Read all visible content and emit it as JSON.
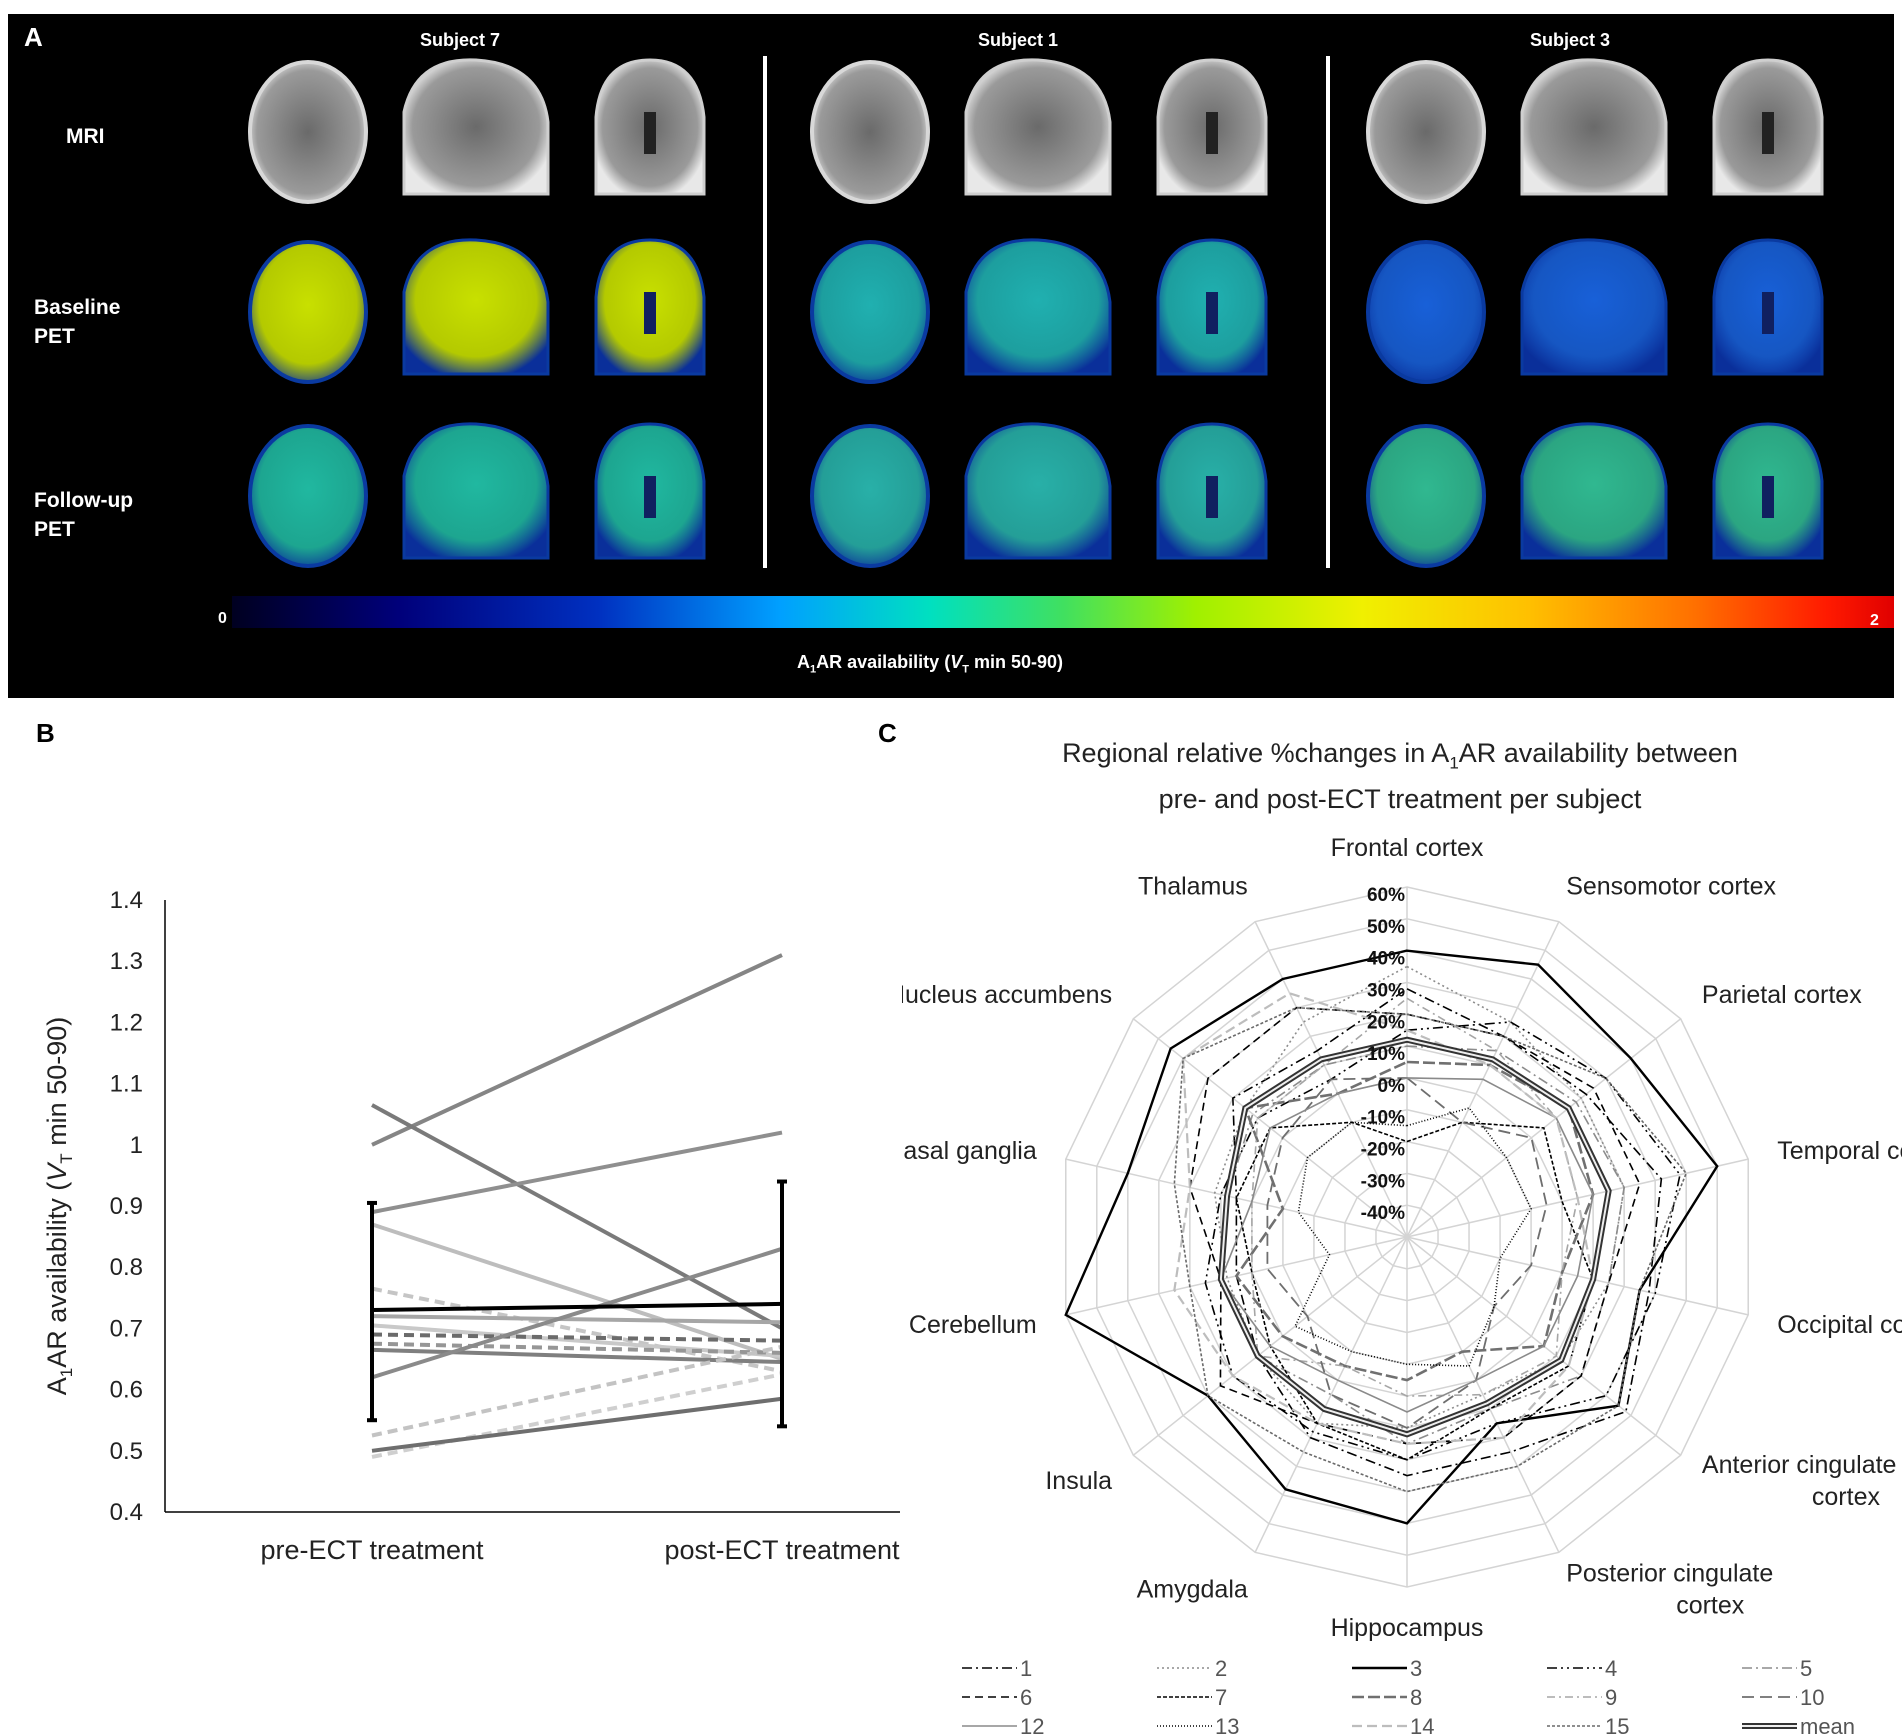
{
  "figure": {
    "panel_letters": {
      "a": "A",
      "b": "B",
      "c": "C"
    }
  },
  "panel_a": {
    "subjects": [
      "Subject 7",
      "Subject 1",
      "Subject 3"
    ],
    "row_labels": {
      "mri": "MRI",
      "baseline_1": "Baseline",
      "baseline_2": "PET",
      "followup_1": "Follow-up",
      "followup_2": "PET"
    },
    "colorbar": {
      "min": "0",
      "max": "2",
      "label_prefix": "A",
      "label_sub1": "1",
      "label_mid": "AR availability (",
      "label_v": "V",
      "label_subT": "T",
      "label_suffix": " min 50-90)"
    },
    "pet_tint": {
      "subject_7": {
        "baseline": "#c8e000",
        "followup": "#20b8a0"
      },
      "subject_1": {
        "baseline": "#20b0b0",
        "followup": "#28b0a8"
      },
      "subject_3": {
        "baseline": "#1860d8",
        "followup": "#30b890"
      }
    }
  },
  "panel_b": {
    "chart_data": {
      "type": "line",
      "categories": [
        "pre-ECT treatment",
        "post-ECT treatment"
      ],
      "ylabel_parts": {
        "a": "A",
        "sub1": "1",
        "mid": "AR availability  (",
        "v": "V",
        "subT": "T",
        "tail": " min 50-90)"
      },
      "ylim": [
        0.4,
        1.4
      ],
      "yticks": [
        "0.4",
        "0.5",
        "0.6",
        "0.7",
        "0.8",
        "0.9",
        "1",
        "1.1",
        "1.2",
        "1.3",
        "1.4"
      ],
      "series": [
        {
          "values": [
            1.0,
            1.31
          ],
          "color": "#858585",
          "dash": "none"
        },
        {
          "values": [
            1.065,
            0.7
          ],
          "color": "#7a7a7a",
          "dash": "none"
        },
        {
          "values": [
            0.89,
            1.02
          ],
          "color": "#8f8f8f",
          "dash": "none"
        },
        {
          "values": [
            0.87,
            0.65
          ],
          "color": "#bdbdbd",
          "dash": "none"
        },
        {
          "values": [
            0.765,
            0.63
          ],
          "color": "#c5c5c5",
          "dash": "10,6"
        },
        {
          "values": [
            0.72,
            0.71
          ],
          "color": "#a6a6a6",
          "dash": "none"
        },
        {
          "values": [
            0.705,
            0.655
          ],
          "color": "#c9c9c9",
          "dash": "none"
        },
        {
          "values": [
            0.69,
            0.68
          ],
          "color": "#6b6b6b",
          "dash": "10,6"
        },
        {
          "values": [
            0.675,
            0.66
          ],
          "color": "#969696",
          "dash": "10,6"
        },
        {
          "values": [
            0.665,
            0.645
          ],
          "color": "#7f7f7f",
          "dash": "none"
        },
        {
          "values": [
            0.62,
            0.83
          ],
          "color": "#8a8a8a",
          "dash": "none"
        },
        {
          "values": [
            0.525,
            0.67
          ],
          "color": "#c3c3c3",
          "dash": "10,6"
        },
        {
          "values": [
            0.49,
            0.625
          ],
          "color": "#cfcfcf",
          "dash": "10,6"
        },
        {
          "values": [
            0.5,
            0.585
          ],
          "color": "#6e6e6e",
          "dash": "none"
        }
      ],
      "mean": {
        "values": [
          0.73,
          0.74
        ],
        "err_low": [
          0.55,
          0.54
        ],
        "err_high": [
          0.905,
          0.94
        ]
      }
    }
  },
  "panel_c": {
    "title_parts": {
      "line1_a": "Regional relative %changes in A",
      "line1_sub": "1",
      "line1_b": "AR availability between",
      "line2": "pre- and post-ECT treatment per subject"
    },
    "chart_data": {
      "type": "radar",
      "rlim": [
        -50,
        60
      ],
      "rticks": [
        "60%",
        "50%",
        "40%",
        "30%",
        "20%",
        "10%",
        "0%",
        "-10%",
        "-20%",
        "-30%",
        "-40%"
      ],
      "axes": [
        "Frontal cortex",
        "Sensomotor cortex",
        "Parietal cortex",
        "Temporal cortex",
        "Occipital cortex",
        "Anterior cingulate cortex",
        "Posterior cingulate cortex",
        "Hippocampus",
        "Amygdala",
        "Insula",
        "Cerebellum",
        "Basal ganglia",
        "Nucleus accumbens",
        "Thalamus"
      ],
      "axis_label_lines": [
        [
          "Frontal cortex"
        ],
        [
          "Sensomotor cortex"
        ],
        [
          "Parietal cortex"
        ],
        [
          "Temporal cortex"
        ],
        [
          "Occipital cortex"
        ],
        [
          "Anterior cingulate",
          "cortex"
        ],
        [
          "Posterior cingulate",
          "cortex"
        ],
        [
          "Hippocampus"
        ],
        [
          "Amygdala"
        ],
        [
          "Insula"
        ],
        [
          "Cerebellum"
        ],
        [
          "Basal ganglia"
        ],
        [
          "Nucleus accumbens"
        ],
        [
          "Thalamus"
        ]
      ],
      "series": [
        {
          "name": "1",
          "color": "#000000",
          "dash": "10,4,2,4",
          "width": 1.6,
          "values": [
            28,
            20,
            22,
            32,
            28,
            38,
            25,
            25,
            20,
            10,
            5,
            5,
            20,
            15
          ]
        },
        {
          "name": "2",
          "color": "#8c8c8c",
          "dash": "2,3",
          "width": 1.6,
          "values": [
            35,
            25,
            20,
            20,
            15,
            12,
            5,
            10,
            15,
            10,
            8,
            12,
            15,
            25
          ]
        },
        {
          "name": "3",
          "color": "#000000",
          "dash": "none",
          "width": 2.4,
          "values": [
            40,
            45,
            40,
            50,
            25,
            35,
            15,
            40,
            38,
            30,
            60,
            40,
            45,
            40
          ]
        },
        {
          "name": "4",
          "color": "#000000",
          "dash": "10,4,2,4,2,4",
          "width": 1.6,
          "values": [
            15,
            25,
            30,
            38,
            30,
            30,
            15,
            20,
            18,
            20,
            15,
            10,
            10,
            5
          ]
        },
        {
          "name": "5",
          "color": "#8c8c8c",
          "dash": "10,4,2,4",
          "width": 1.6,
          "values": [
            10,
            15,
            18,
            20,
            15,
            20,
            10,
            15,
            5,
            10,
            10,
            8,
            12,
            10
          ]
        },
        {
          "name": "6",
          "color": "#000000",
          "dash": "8,5",
          "width": 1.6,
          "values": [
            20,
            20,
            25,
            25,
            15,
            20,
            20,
            15,
            15,
            25,
            10,
            20,
            30,
            30
          ]
        },
        {
          "name": "7",
          "color": "#000000",
          "dash": "4,2",
          "width": 1.6,
          "values": [
            -20,
            -10,
            5,
            0,
            10,
            15,
            10,
            20,
            15,
            5,
            0,
            5,
            5,
            -10
          ]
        },
        {
          "name": "8",
          "color": "#707070",
          "dash": "12,4",
          "width": 2.6,
          "values": [
            5,
            10,
            15,
            10,
            0,
            5,
            -10,
            -5,
            -5,
            0,
            5,
            -10,
            15,
            0
          ]
        },
        {
          "name": "9",
          "color": "#a6a6a6",
          "dash": "8,4,2,4",
          "width": 1.6,
          "values": [
            25,
            15,
            10,
            5,
            0,
            10,
            5,
            0,
            -5,
            10,
            0,
            0,
            10,
            10
          ]
        },
        {
          "name": "10",
          "color": "#6e6e6e",
          "dash": "12,6",
          "width": 1.8,
          "values": [
            0,
            -10,
            0,
            -5,
            -10,
            -15,
            0,
            10,
            5,
            -10,
            -5,
            -5,
            0,
            5
          ]
        },
        {
          "name": "12",
          "color": "#8a8a8a",
          "dash": "none",
          "width": 1.6,
          "values": [
            0,
            5,
            10,
            10,
            5,
            5,
            0,
            5,
            0,
            5,
            10,
            0,
            5,
            0
          ]
        },
        {
          "name": "13",
          "color": "#000000",
          "dash": "1,2",
          "width": 1.6,
          "values": [
            -15,
            -5,
            -10,
            -10,
            -20,
            -15,
            -5,
            -10,
            -10,
            -5,
            -25,
            -15,
            -10,
            -10
          ]
        },
        {
          "name": "14",
          "color": "#bdbdbd",
          "dash": "10,5",
          "width": 2.2,
          "values": [
            15,
            10,
            10,
            5,
            10,
            15,
            20,
            15,
            15,
            20,
            25,
            20,
            40,
            35
          ]
        },
        {
          "name": "15",
          "color": "#6a6a6a",
          "dash": "3,2",
          "width": 1.6,
          "values": [
            20,
            20,
            30,
            40,
            25,
            35,
            30,
            30,
            25,
            30,
            20,
            25,
            40,
            30
          ]
        },
        {
          "name": "mean",
          "color": "#555555",
          "dash": "none",
          "width": 5,
          "values": [
            12,
            12,
            15,
            15,
            10,
            12,
            8,
            12,
            10,
            10,
            10,
            8,
            15,
            12
          ]
        }
      ]
    }
  }
}
